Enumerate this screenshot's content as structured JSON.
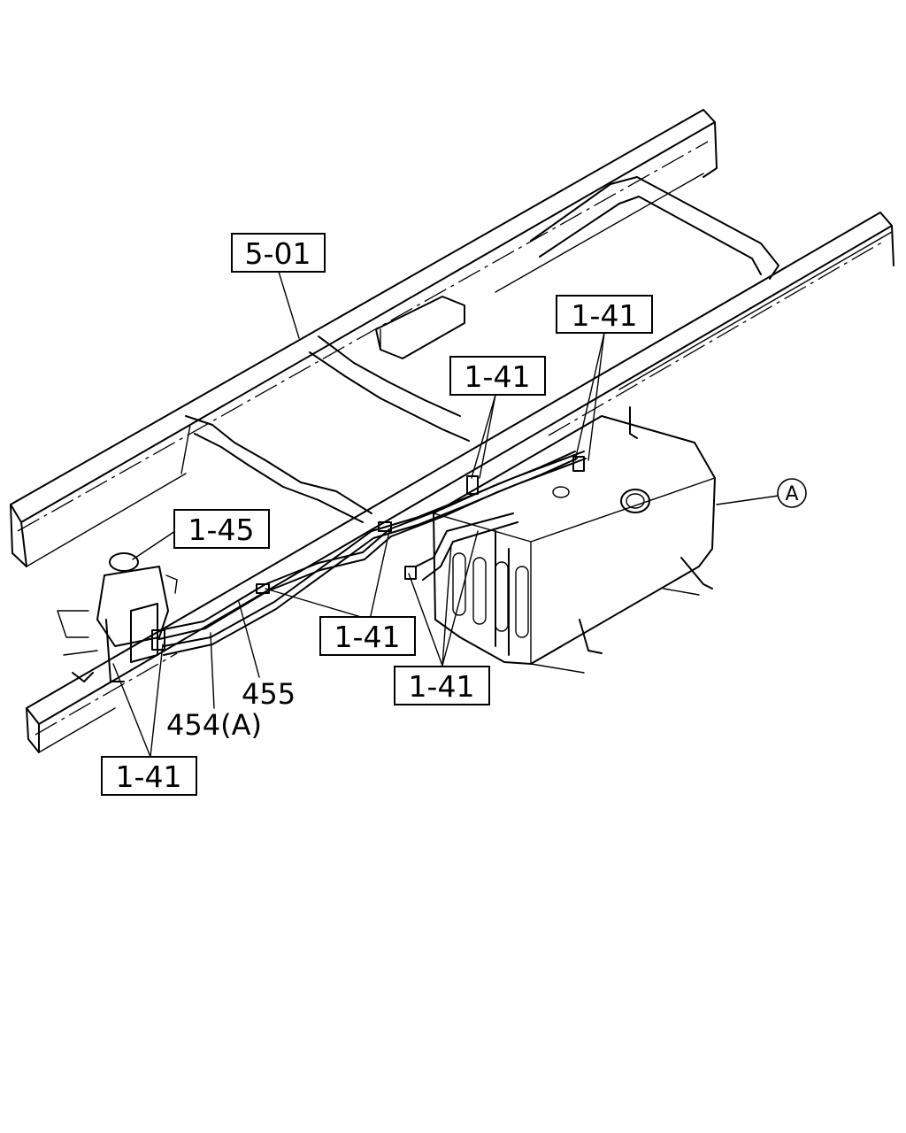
{
  "callouts": [
    {
      "id": "c501",
      "label": "5-01"
    },
    {
      "id": "c141a",
      "label": "1-41"
    },
    {
      "id": "c141b",
      "label": "1-41"
    },
    {
      "id": "c145",
      "label": "1-45"
    },
    {
      "id": "c141c",
      "label": "1-41"
    },
    {
      "id": "c141d",
      "label": "1-41"
    },
    {
      "id": "c141e",
      "label": "1-41"
    }
  ],
  "part_numbers": {
    "p455": "455",
    "p454": "454(A)"
  },
  "detail_marker": "A"
}
